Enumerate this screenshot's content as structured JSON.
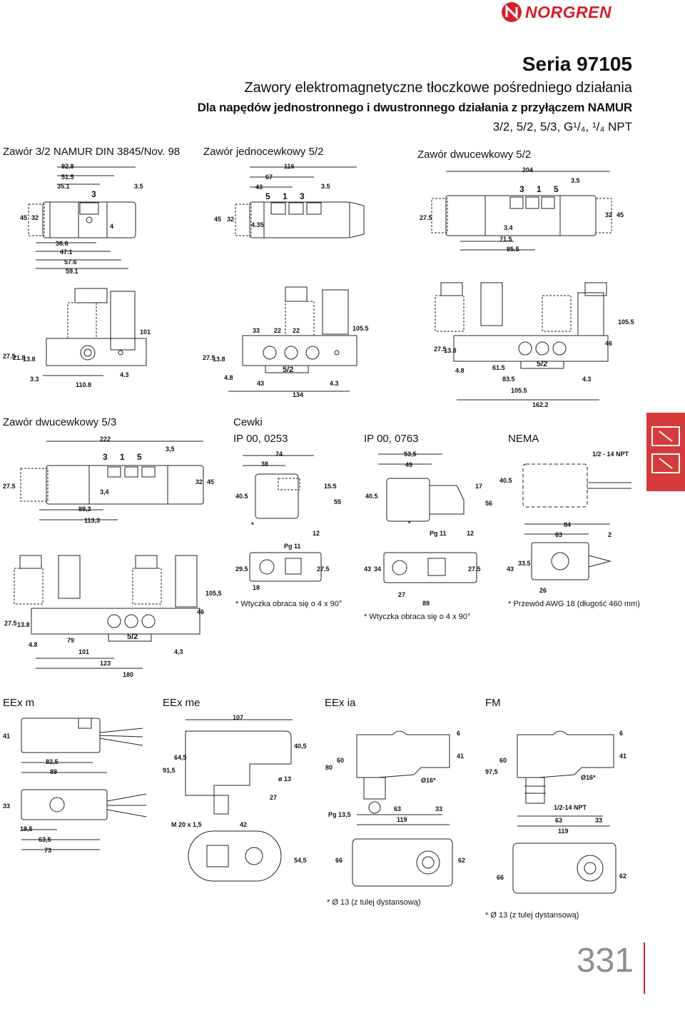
{
  "header": {
    "brand": "NORGREN",
    "series": "Seria 97105",
    "subtitle": "Zawory elektromagnetyczne tłoczkowe pośredniego działania",
    "subtitle_bold": "Dla napędów jednostronnego i dwustronnego działania z przyłączem NAMUR",
    "variants": "3/2, 5/2, 5/3, G¹/₄, ¹/₄ NPT"
  },
  "sections": {
    "namur": "Zawór 3/2 NAMUR DIN 3845/Nov. 98",
    "single": "Zawór jednocewkowy 5/2",
    "double": "Zawór dwucewkowy 5/2",
    "double53": "Zawór dwucewkowy 5/3",
    "coils": "Cewki",
    "ip0253": "IP 00, 0253",
    "ip0763": "IP 00, 0763",
    "nema": "NEMA",
    "eexm": "EEx m",
    "eexme": "EEx me",
    "eexia": "EEx ia",
    "fm": "FM"
  },
  "dims": {
    "namur_top": [
      "92.8",
      "51.5",
      "35.1",
      "3",
      "3.5",
      "45",
      "32",
      "4",
      "36.6",
      "47.1",
      "57.6",
      "59.1"
    ],
    "namur_side": [
      "101",
      "27.5",
      "21.8",
      "13.8",
      "3.3",
      "110.8",
      "4.3"
    ],
    "single_top": [
      "116",
      "67",
      "43",
      "5 1 3",
      "3.5",
      "45",
      "32",
      "4.35"
    ],
    "single_side": [
      "33",
      "22",
      "22",
      "105.5",
      "27.5",
      "13.8",
      "4.8",
      "5/2",
      "43",
      "4.3",
      "134"
    ],
    "double_top": [
      "204",
      "3 1 5",
      "3.5",
      "27.5",
      "3.4",
      "32",
      "45",
      "71.5",
      "95.5"
    ],
    "double_side": [
      "105.5",
      "46",
      "27.5",
      "13.8",
      "4.8",
      "61.5",
      "5/2",
      "83.5",
      "4.3",
      "105.5",
      "162.2"
    ],
    "d53_top": [
      "222",
      "3 1 5",
      "3,5",
      "27.5",
      "3,4",
      "32",
      "45",
      "89,3",
      "113,3"
    ],
    "d53_side": [
      "105,5",
      "46",
      "27.5",
      "13.8",
      "4.8",
      "79",
      "5/2",
      "101",
      "4,3",
      "123",
      "180"
    ],
    "ip0253": [
      "74",
      "38",
      "40.5",
      "15.5",
      "55",
      "12",
      "Pg 11",
      "29.5",
      "27.5",
      "18",
      "*"
    ],
    "ip0763": [
      "53,5",
      "49",
      "40.5",
      "17",
      "56",
      "Pg 11",
      "12",
      "43",
      "34",
      "27.5",
      "27",
      "89",
      "*"
    ],
    "nema": [
      "1/2 - 14 NPT",
      "40.5",
      "84",
      "63",
      "2",
      "43",
      "33.5",
      "26"
    ],
    "eexm": [
      "41",
      "82,5",
      "89",
      "33",
      "19,5",
      "63,5",
      "73"
    ],
    "eexme": [
      "107",
      "91,5",
      "64,5",
      "40,5",
      "ø 13",
      "27",
      "M 20 x 1,5",
      "42",
      "54,5"
    ],
    "eexia": [
      "6",
      "80",
      "60",
      "41",
      "Ø16*",
      "Pg 13,5",
      "63",
      "33",
      "119",
      "66",
      "62"
    ],
    "fm": [
      "6",
      "97,5",
      "60",
      "41",
      "Ø16*",
      "1/2-14 NPT",
      "63",
      "33",
      "119",
      "66",
      "62"
    ]
  },
  "notes": {
    "ip0253": "* Wtyczka obraca się o 4 x 90°",
    "ip0763": "* Wtyczka obraca się o 4 x 90°",
    "nema": "* Przewód AWG 18 (długość   460 mm)",
    "eexia": "* Ø 13 (z tulej dystansową)",
    "fm": "* Ø 13 (z tulej dystansową)"
  },
  "page_number": "331",
  "colors": {
    "brand_red": "#d61f2c",
    "page_number": "#8e8e8e",
    "tab_red": "#d73a3a"
  }
}
